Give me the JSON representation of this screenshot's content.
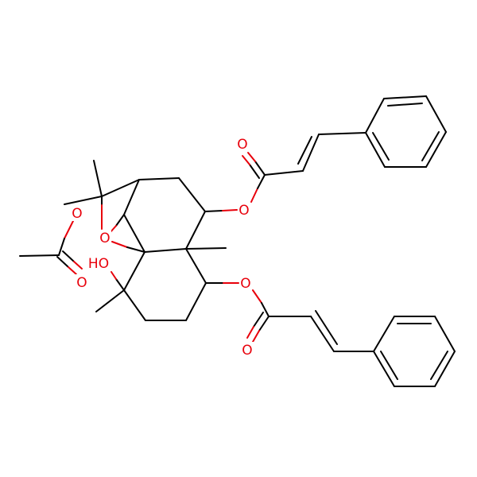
{
  "molecule": {
    "atoms": {
      "o_acetate": "O",
      "o_acetate_carbonyl": "O",
      "o_ether": "O",
      "hydroxyl": "HO",
      "o_ester_top": "O",
      "o_carbonyl_top": "O",
      "o_ester_bottom": "O",
      "o_carbonyl_bottom": "O"
    }
  },
  "colors": {
    "carbon_bond": "#000000",
    "oxygen": "#e8000b",
    "background": "#ffffff"
  }
}
